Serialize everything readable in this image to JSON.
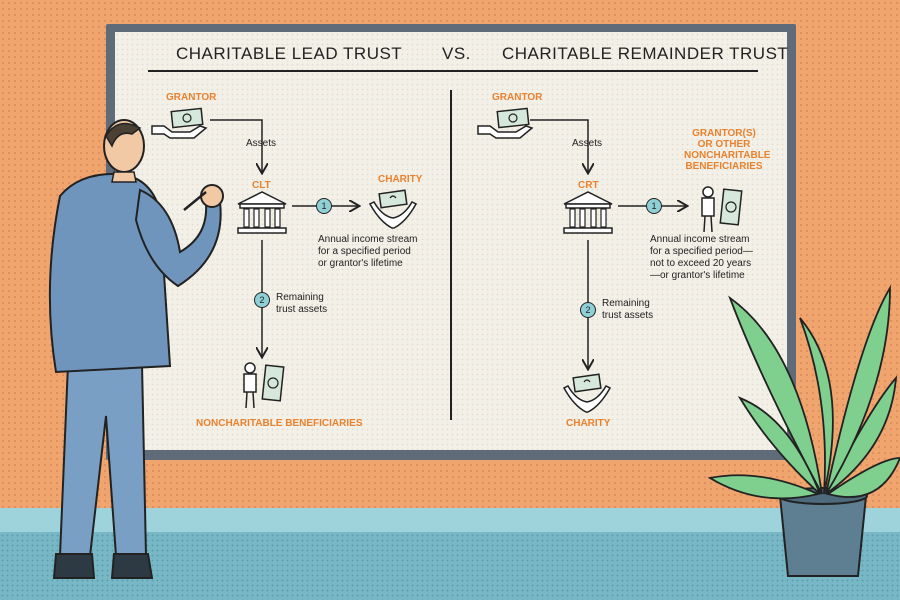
{
  "diagram": {
    "title_left": "CHARITABLE LEAD TRUST",
    "versus": "VS.",
    "title_right": "CHARITABLE REMAINDER TRUST",
    "left": {
      "grantor": "GRANTOR",
      "assets": "Assets",
      "trust": "CLT",
      "charity": "CHARITY",
      "step1": "1",
      "income_lines": [
        "Annual income stream",
        "for a specified period",
        "or grantor's lifetime"
      ],
      "step2": "2",
      "remaining_lines": [
        "Remaining",
        "trust assets"
      ],
      "beneficiaries": "NONCHARITABLE BENEFICIARIES"
    },
    "right": {
      "grantor": "GRANTOR",
      "assets": "Assets",
      "trust": "CRT",
      "beneficiary_lines": [
        "GRANTOR(S)",
        "OR OTHER",
        "NONCHARITABLE",
        "BENEFICIARIES"
      ],
      "step1": "1",
      "income_lines": [
        "Annual income stream",
        "for a specified period—",
        "not to exceed 20 years",
        "—or grantor's lifetime"
      ],
      "step2": "2",
      "remaining_lines": [
        "Remaining",
        "trust assets"
      ],
      "charity": "CHARITY"
    }
  },
  "colors": {
    "wall": "#f0a46e",
    "floor": "#78b8c6",
    "board_frame": "#5f6b78",
    "accent_label": "#e8822f",
    "step_badge": "#8fd0d6"
  }
}
